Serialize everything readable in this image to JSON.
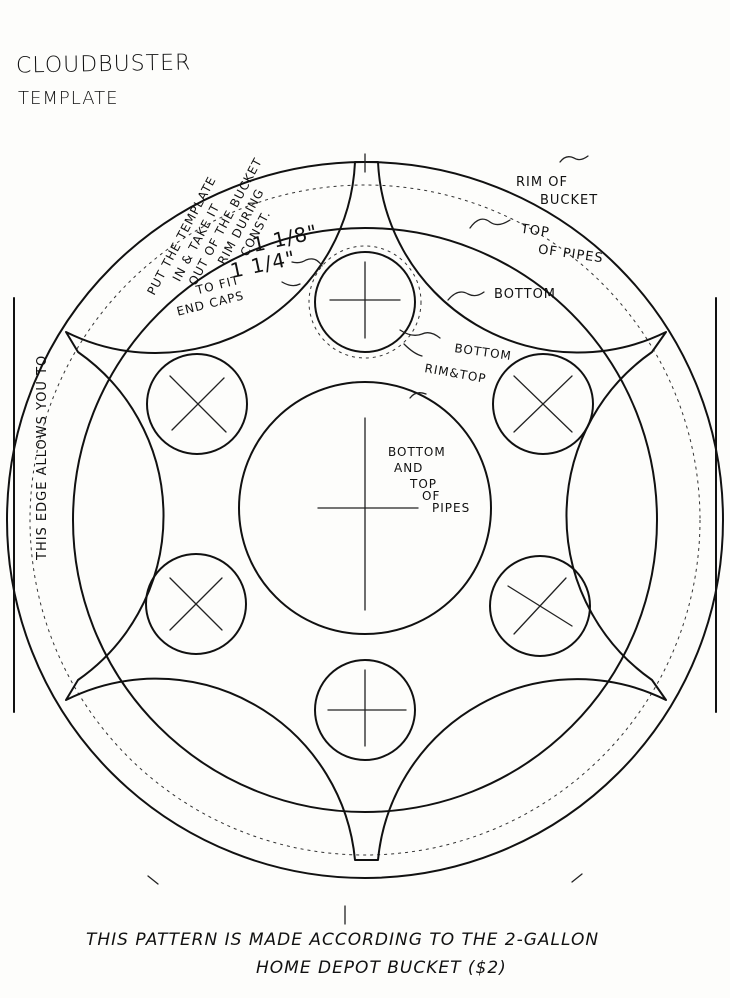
{
  "title": {
    "line1": "CLOUDBUSTER",
    "line2": "TEMPLATE"
  },
  "labels": {
    "rim_of_bucket": [
      "RIM OF",
      "BUCKET"
    ],
    "top_of_pipes": [
      "TOP",
      "OF PIPES"
    ],
    "bottom_arc": "BOTTOM",
    "bottom_ring": "BOTTOM",
    "rim_and_top": "RIM&TOP",
    "dim_outer": "1 1/8\"",
    "dim_inner": "1 1/4\"",
    "to_fit_end_caps": [
      "TO FIT",
      "END CAPS"
    ],
    "center_note": [
      "BOTTOM",
      "AND",
      "TOP",
      "OF",
      "PIPES"
    ],
    "stake_note": [
      "PUT THE TEMPLATE",
      "IN & TAKE IT",
      "OUT OF THE BUCKET",
      "RIM DURING",
      "CONST."
    ],
    "edge_note": "THIS EDGE ALLOWS YOU TO"
  },
  "footer": {
    "line1": "THIS PATTERN IS MADE ACCORDING TO THE 2-GALLON",
    "line2": "HOME DEPOT BUCKET ($2)"
  }
}
